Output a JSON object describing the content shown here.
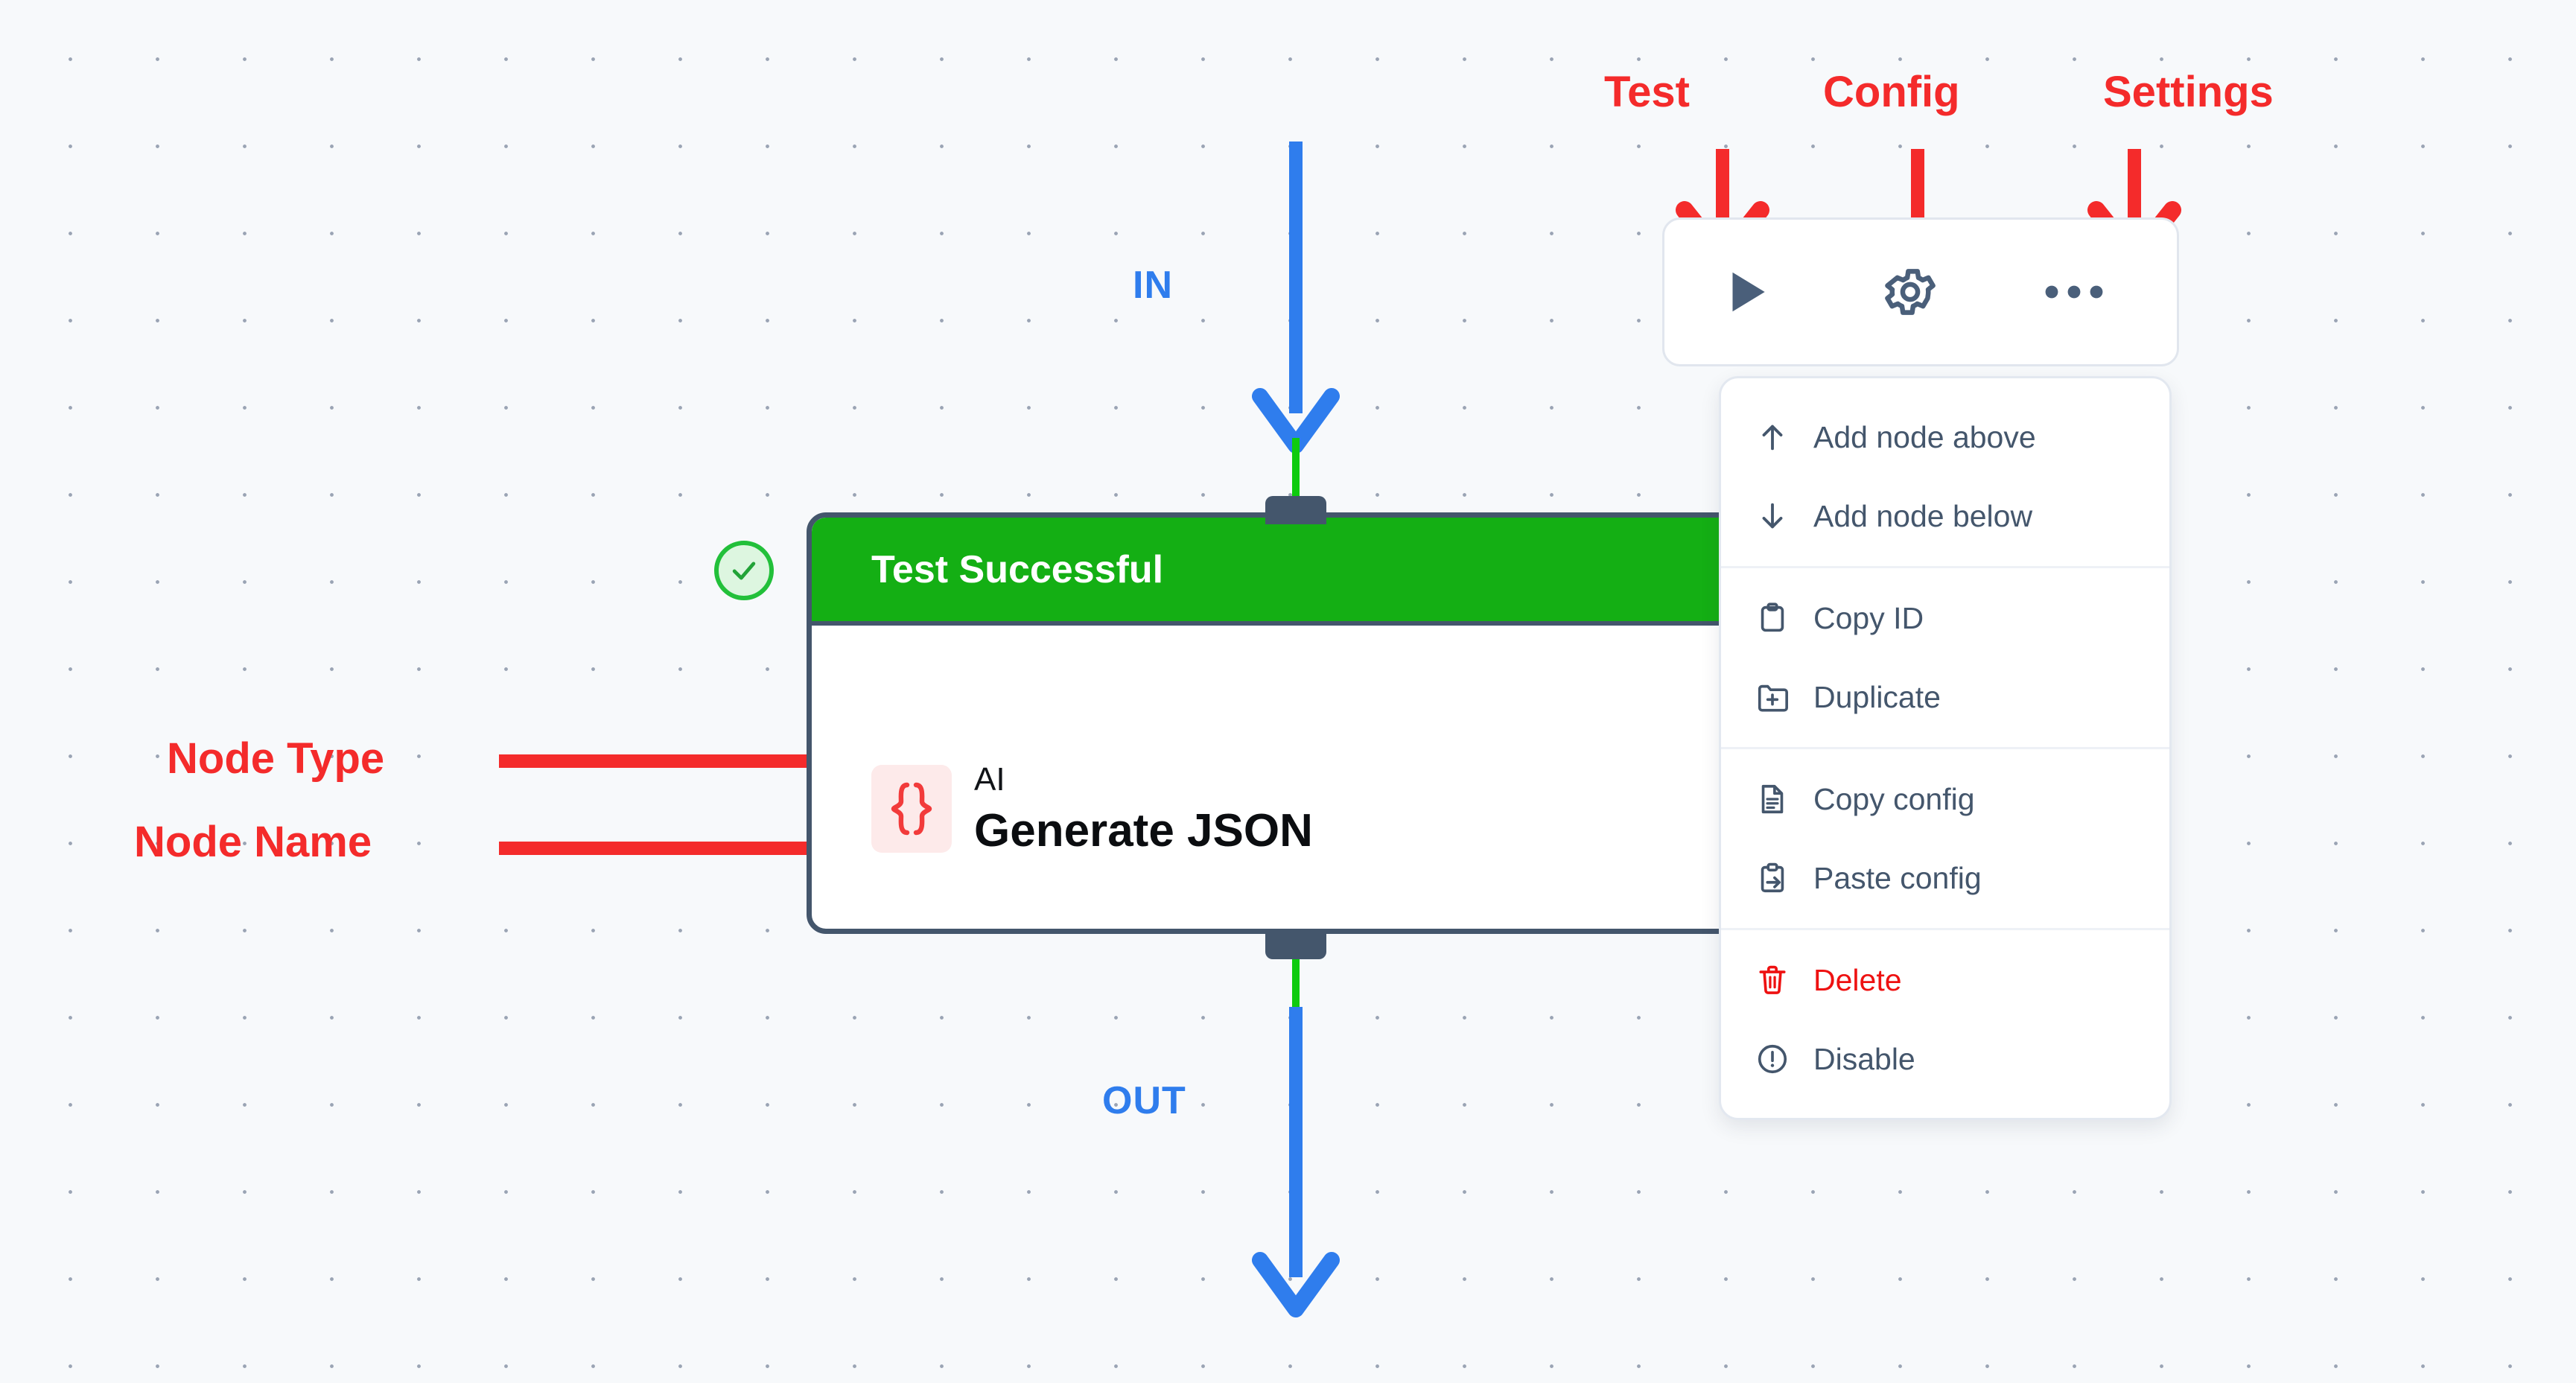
{
  "canvas": {
    "background_color": "#f7f9fb",
    "dot_color": "#9aa4b4"
  },
  "flow": {
    "in_label": "IN",
    "out_label": "OUT",
    "wire_color": "#2f7ded",
    "connector_color": "#0ecb0e"
  },
  "node": {
    "status_header": "Test Successful",
    "status_header_color": "#14af14",
    "status_badge_icon": "check-circle-icon",
    "node_type": "AI",
    "node_name": "Generate JSON",
    "type_icon": "curly-braces-icon",
    "type_icon_color": "#f23b3b",
    "border_color": "#44566c"
  },
  "toolbar": {
    "buttons": [
      {
        "name": "test-button",
        "icon": "play-icon"
      },
      {
        "name": "config-button",
        "icon": "gear-icon"
      },
      {
        "name": "settings-button",
        "icon": "ellipsis-icon"
      }
    ],
    "icon_color": "#4a5f7a"
  },
  "context_menu": {
    "groups": [
      {
        "items": [
          {
            "label": "Add node above",
            "icon": "arrow-up-icon",
            "danger": false
          },
          {
            "label": "Add node below",
            "icon": "arrow-down-icon",
            "danger": false
          }
        ]
      },
      {
        "items": [
          {
            "label": "Copy ID",
            "icon": "clipboard-icon",
            "danger": false
          },
          {
            "label": "Duplicate",
            "icon": "folder-plus-icon",
            "danger": false
          }
        ]
      },
      {
        "items": [
          {
            "label": "Copy config",
            "icon": "document-lines-icon",
            "danger": false
          },
          {
            "label": "Paste config",
            "icon": "clipboard-arrow-icon",
            "danger": false
          }
        ]
      },
      {
        "items": [
          {
            "label": "Delete",
            "icon": "trash-icon",
            "danger": true
          },
          {
            "label": "Disable",
            "icon": "alert-circle-icon",
            "danger": false
          }
        ]
      }
    ]
  },
  "annotations": {
    "color": "#f42b2b",
    "callouts": [
      {
        "id": "test",
        "label": "Test"
      },
      {
        "id": "config",
        "label": "Config"
      },
      {
        "id": "settings",
        "label": "Settings"
      },
      {
        "id": "node-type",
        "label": "Node Type"
      },
      {
        "id": "node-name",
        "label": "Node Name"
      }
    ]
  }
}
